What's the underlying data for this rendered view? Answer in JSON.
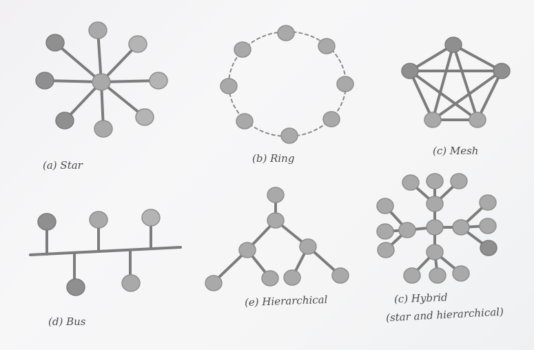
{
  "figure": {
    "panels": [
      {
        "id": "star",
        "label": "(a)  Star",
        "node_count": 9,
        "description": "Central hub with 8 peripheral nodes"
      },
      {
        "id": "ring",
        "label": "(b) Ring",
        "node_count": 8,
        "description": "8 nodes on a dashed circular link"
      },
      {
        "id": "mesh",
        "label": "(c)  Mesh",
        "node_count": 5,
        "description": "5 fully interconnected nodes (pentagon with all diagonals)"
      },
      {
        "id": "bus",
        "label": "(d)  Bus",
        "node_count": 5,
        "description": "5 nodes tapped off a single backbone line (3 above, 2 below)"
      },
      {
        "id": "hierarchical",
        "label": "(e) Hierarchical",
        "node_count": 8,
        "description": "Tree: root, second level, two branches each with two leaves"
      },
      {
        "id": "hybrid",
        "label_line1": "(c)  Hybrid",
        "label_line2": "(star and hierarchical)",
        "node_count": 17,
        "description": "Central hub connected to 4 sub-hubs, each with 3 leaf nodes"
      }
    ]
  },
  "colors": {
    "node_fill": "#a9a9a9",
    "node_dark": "#8f8f8f",
    "link": "#7c7c7c",
    "text": "#4a4a4a",
    "background": "#f5f5f6"
  }
}
